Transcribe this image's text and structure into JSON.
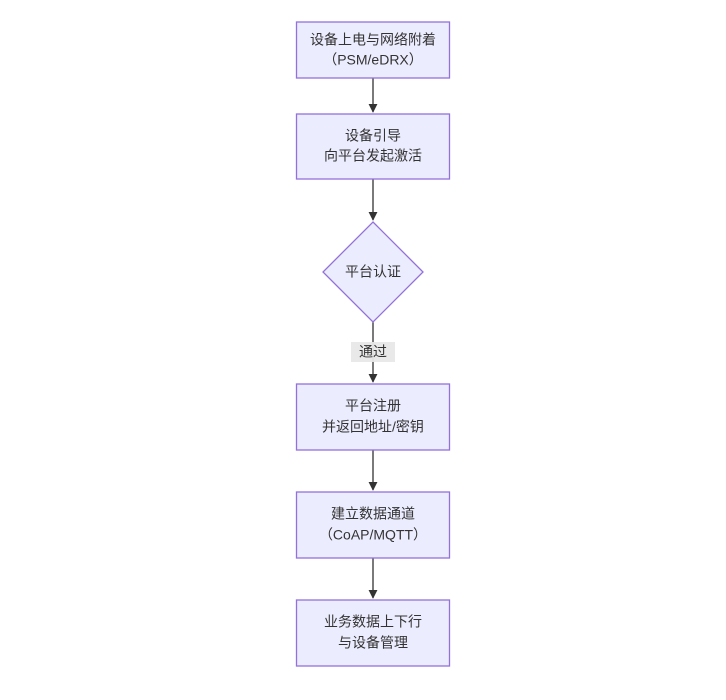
{
  "diagram": {
    "type": "flowchart",
    "direction": "top-down",
    "background_color": "#ffffff",
    "node_fill_color": "#ECECFF",
    "node_border_color": "#9370DB",
    "text_color": "#333333",
    "arrow_color": "#333333",
    "edge_label_background": "#e8e8e8",
    "nodes": [
      {
        "id": "power-attach",
        "shape": "rect",
        "lines": [
          "设备上电与网络附着",
          "（PSM/eDRX）"
        ]
      },
      {
        "id": "bootstrap",
        "shape": "rect",
        "lines": [
          "设备引导",
          "向平台发起激活"
        ]
      },
      {
        "id": "auth-decision",
        "shape": "diamond",
        "lines": [
          "平台认证"
        ]
      },
      {
        "id": "register",
        "shape": "rect",
        "lines": [
          "平台注册",
          "并返回地址/密钥"
        ]
      },
      {
        "id": "data-channel",
        "shape": "rect",
        "lines": [
          "建立数据通道",
          "（CoAP/MQTT）"
        ]
      },
      {
        "id": "business",
        "shape": "rect",
        "lines": [
          "业务数据上下行",
          "与设备管理"
        ]
      }
    ],
    "edges": [
      {
        "from": "power-attach",
        "to": "bootstrap",
        "label": ""
      },
      {
        "from": "bootstrap",
        "to": "auth-decision",
        "label": ""
      },
      {
        "from": "auth-decision",
        "to": "register",
        "label": "通过"
      },
      {
        "from": "register",
        "to": "data-channel",
        "label": ""
      },
      {
        "from": "data-channel",
        "to": "business",
        "label": ""
      }
    ]
  }
}
